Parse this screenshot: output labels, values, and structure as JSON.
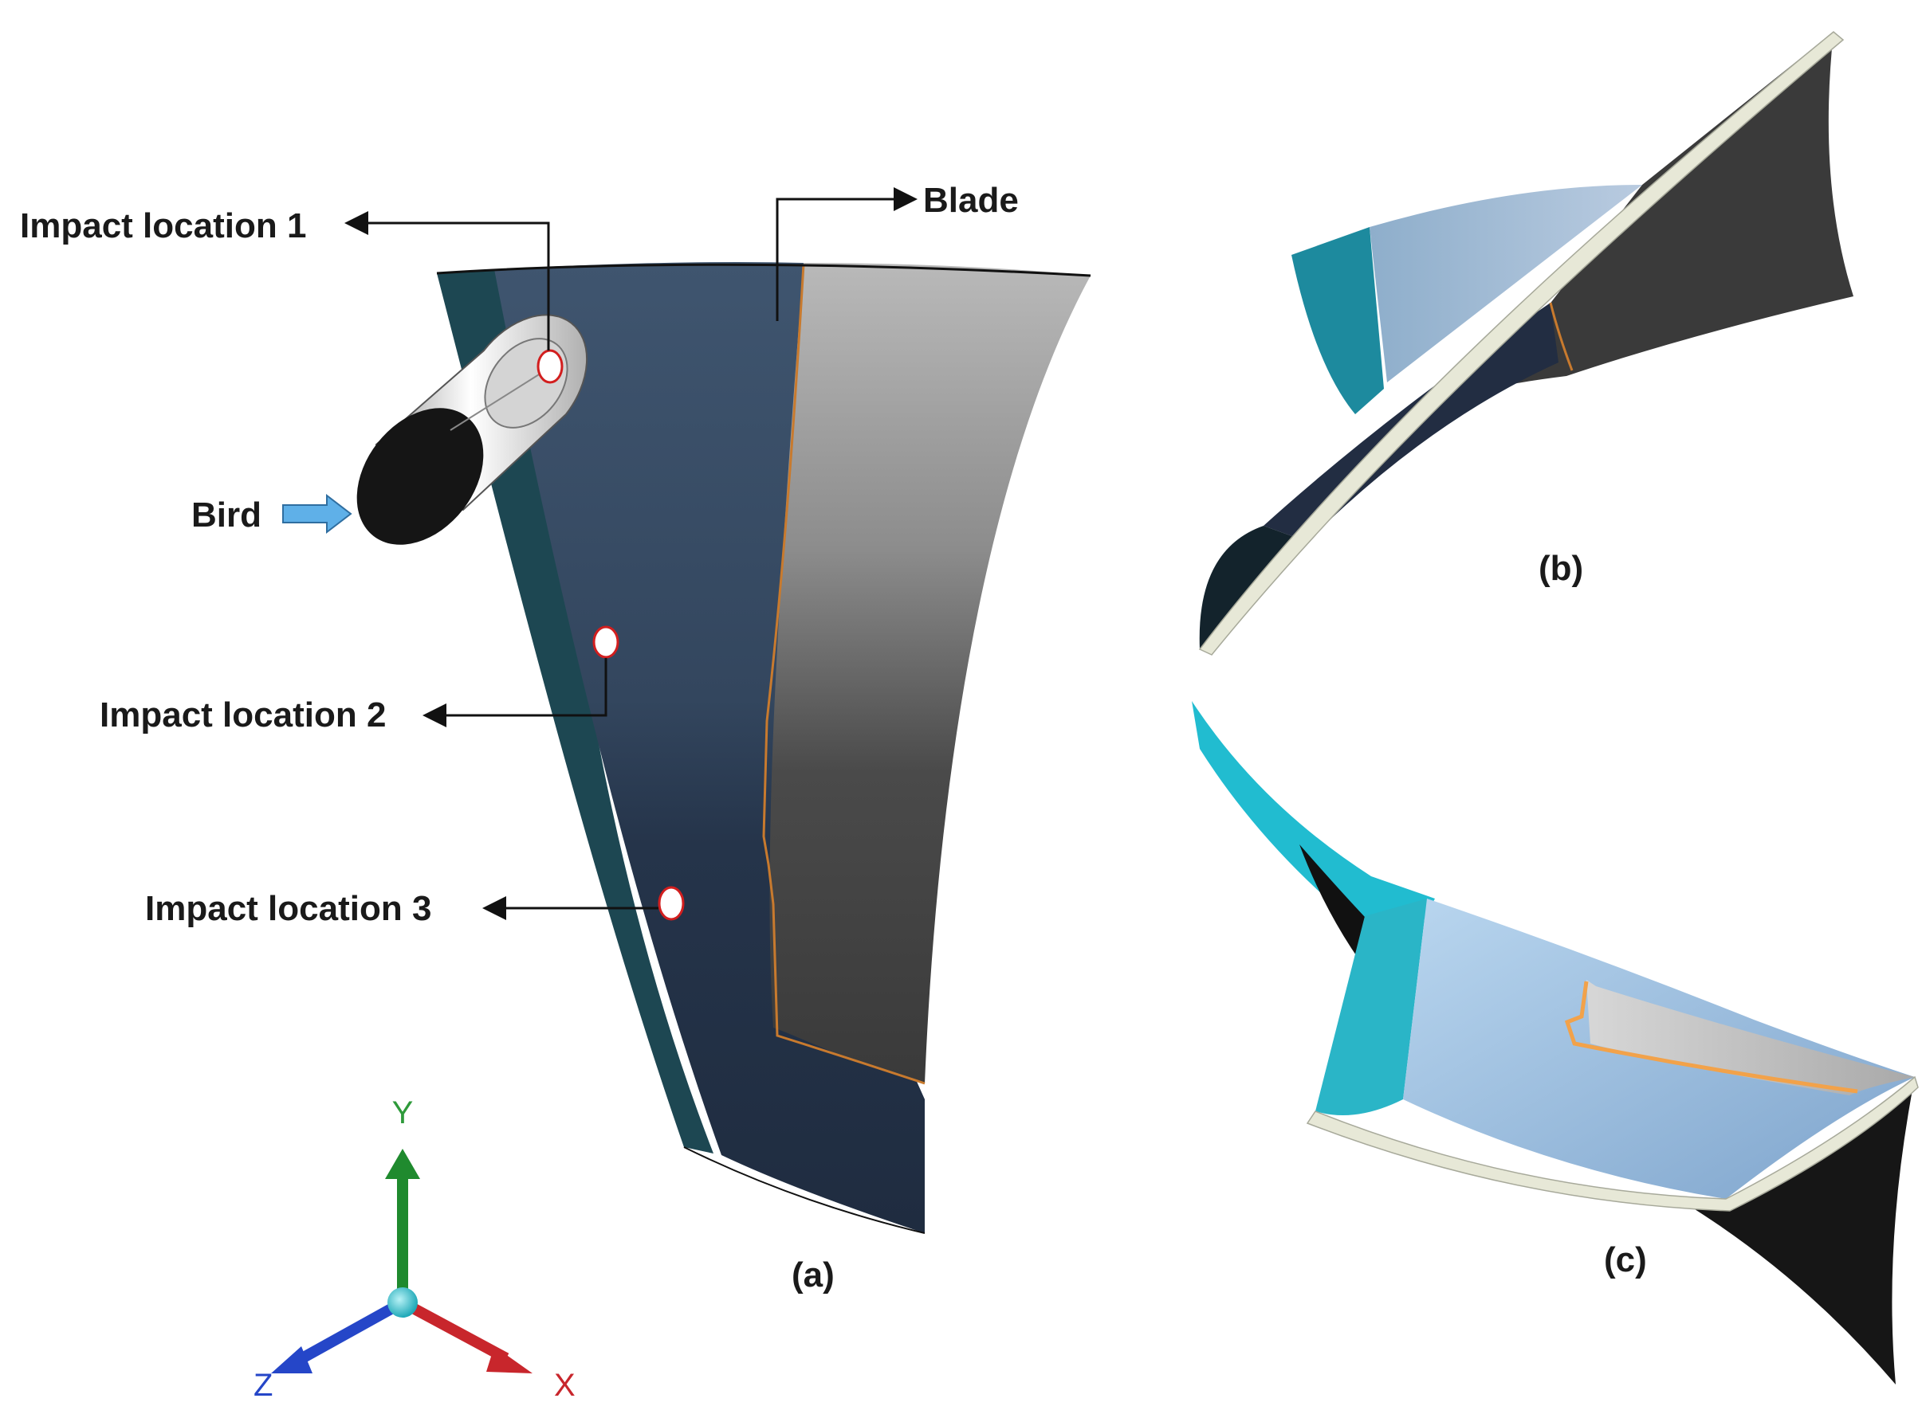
{
  "labels": {
    "impact_location_1": "Impact location 1",
    "impact_location_2": "Impact location 2",
    "impact_location_3": "Impact location 3",
    "blade": "Blade",
    "bird": "Bird"
  },
  "panels": {
    "a": "(a)",
    "b": "(b)",
    "c": "(c)"
  },
  "axes": {
    "x": "X",
    "y": "Y",
    "z": "Z"
  },
  "colors": {
    "blade_dark_navy": "#2b3d55",
    "blade_gray": "#8a8a8a",
    "blade_teal_edge": "#1d4752",
    "impact_marker_outline": "#d21e1e",
    "bird_arrow": "#5fb0e8",
    "axis_x": "#c8262c",
    "axis_y": "#1f8a2e",
    "axis_z": "#2546c8",
    "axis_origin": "#35c6d2",
    "cyan_layer": "#1eb9cc",
    "light_blue_surface": "#a8c8e6"
  },
  "icons": {
    "bird_arrow": "right-arrow-icon",
    "axis_triad": "coordinate-triad-icon"
  }
}
